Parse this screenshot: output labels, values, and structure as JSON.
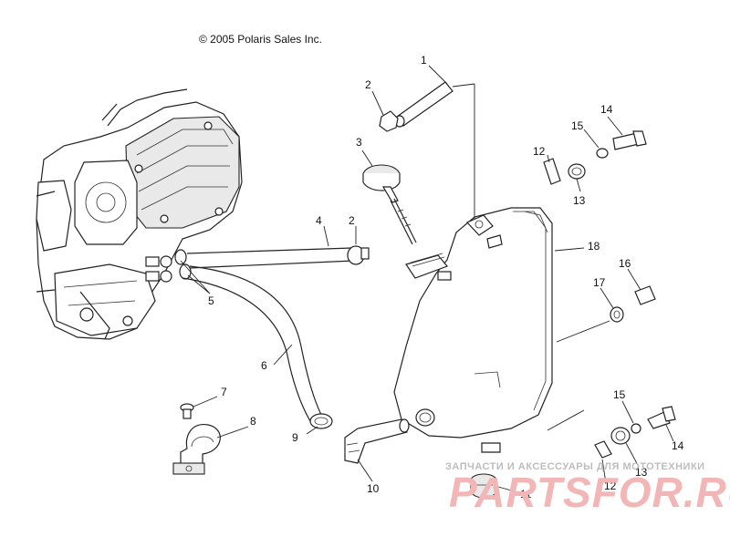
{
  "copyright": "© 2005 Polaris Sales Inc.",
  "watermark": {
    "tagline": "ЗАПЧАСТИ И АКСЕССУАРЫ ДЛЯ МОТОТЕХНИКИ",
    "logo": "PARTSFOR.RU",
    "color": "#f2b6b6"
  },
  "callouts": [
    "1",
    "2",
    "3",
    "4",
    "2",
    "5",
    "6",
    "7",
    "8",
    "9",
    "10",
    "11",
    "12",
    "13",
    "14",
    "15",
    "16",
    "17",
    "18",
    "12",
    "13",
    "14",
    "15"
  ]
}
